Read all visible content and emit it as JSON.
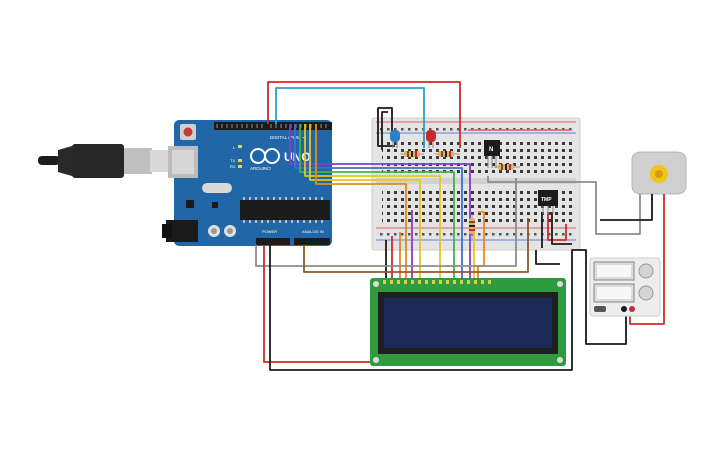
{
  "arduino": {
    "digital_label": "DIGITAL (PWM ~)",
    "brand": "UNO",
    "subbrand": "ARDUINO",
    "power_label": "POWER",
    "analog_label": "ANALOG IN",
    "tx_label": "TX",
    "rx_label": "RX",
    "l_label": "L"
  },
  "transistors": {
    "npn_label": "N",
    "tmp_label": "TMP"
  },
  "colors": {
    "board": "#2166a6",
    "breadboard": "#e4e4e4",
    "lcd_pcb": "#2e9b3e",
    "lcd_screen": "#1c2a5a",
    "wire_red": "#d22a2a",
    "wire_black": "#1a1a1a",
    "wire_cyan": "#2aa0c8",
    "wire_gray": "#8c8c8c",
    "wire_brown": "#8a5a2b",
    "wire_orange": "#e28a1c",
    "wire_yellow": "#e6c619",
    "wire_green": "#3fb24a",
    "wire_blue": "#3a6fd8",
    "wire_purple": "#8a3ac8",
    "led_blue": "#2f7fc8",
    "led_red": "#c82a2a"
  }
}
